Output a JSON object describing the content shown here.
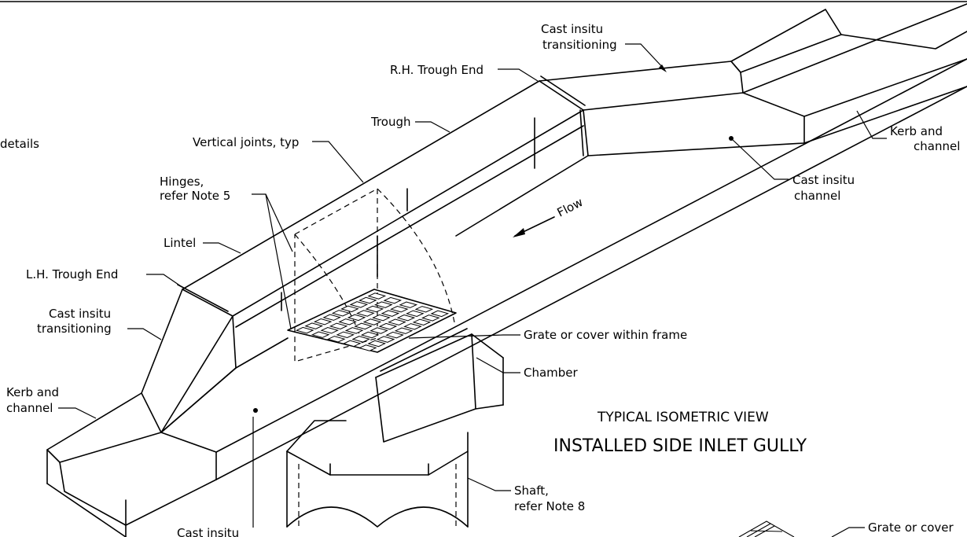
{
  "title": {
    "line1": "TYPICAL ISOMETRIC VIEW",
    "line2": "INSTALLED SIDE INLET GULLY"
  },
  "labels": {
    "details": "details",
    "cast_insitu_top_1": "Cast  insitu",
    "cast_insitu_top_2": "transitioning",
    "rh_trough_end": "R.H. Trough End",
    "trough": "Trough",
    "vertical_joints": "Vertical joints, typ",
    "hinges_1": "Hinges,",
    "hinges_2": "refer Note 5",
    "lintel": "Lintel",
    "lh_trough_end": "L.H. Trough End",
    "cast_insitu_left_1": "Cast  insitu",
    "cast_insitu_left_2": "transitioning",
    "kerb_left_1": "Kerb  and",
    "kerb_left_2": "channel",
    "kerb_right_1": "Kerb  and",
    "kerb_right_2": "channel",
    "cast_insitu_channel_1": "Cast  insitu",
    "cast_insitu_channel_2": "channel",
    "flow": "Flow",
    "grate_frame": "Grate or cover within frame",
    "chamber": "Chamber",
    "shaft_1": "Shaft,",
    "shaft_2": "refer Note 8",
    "cast_insitu_bottom": "Cast  insitu",
    "grate_cover_bottom": "Grate or cover"
  }
}
